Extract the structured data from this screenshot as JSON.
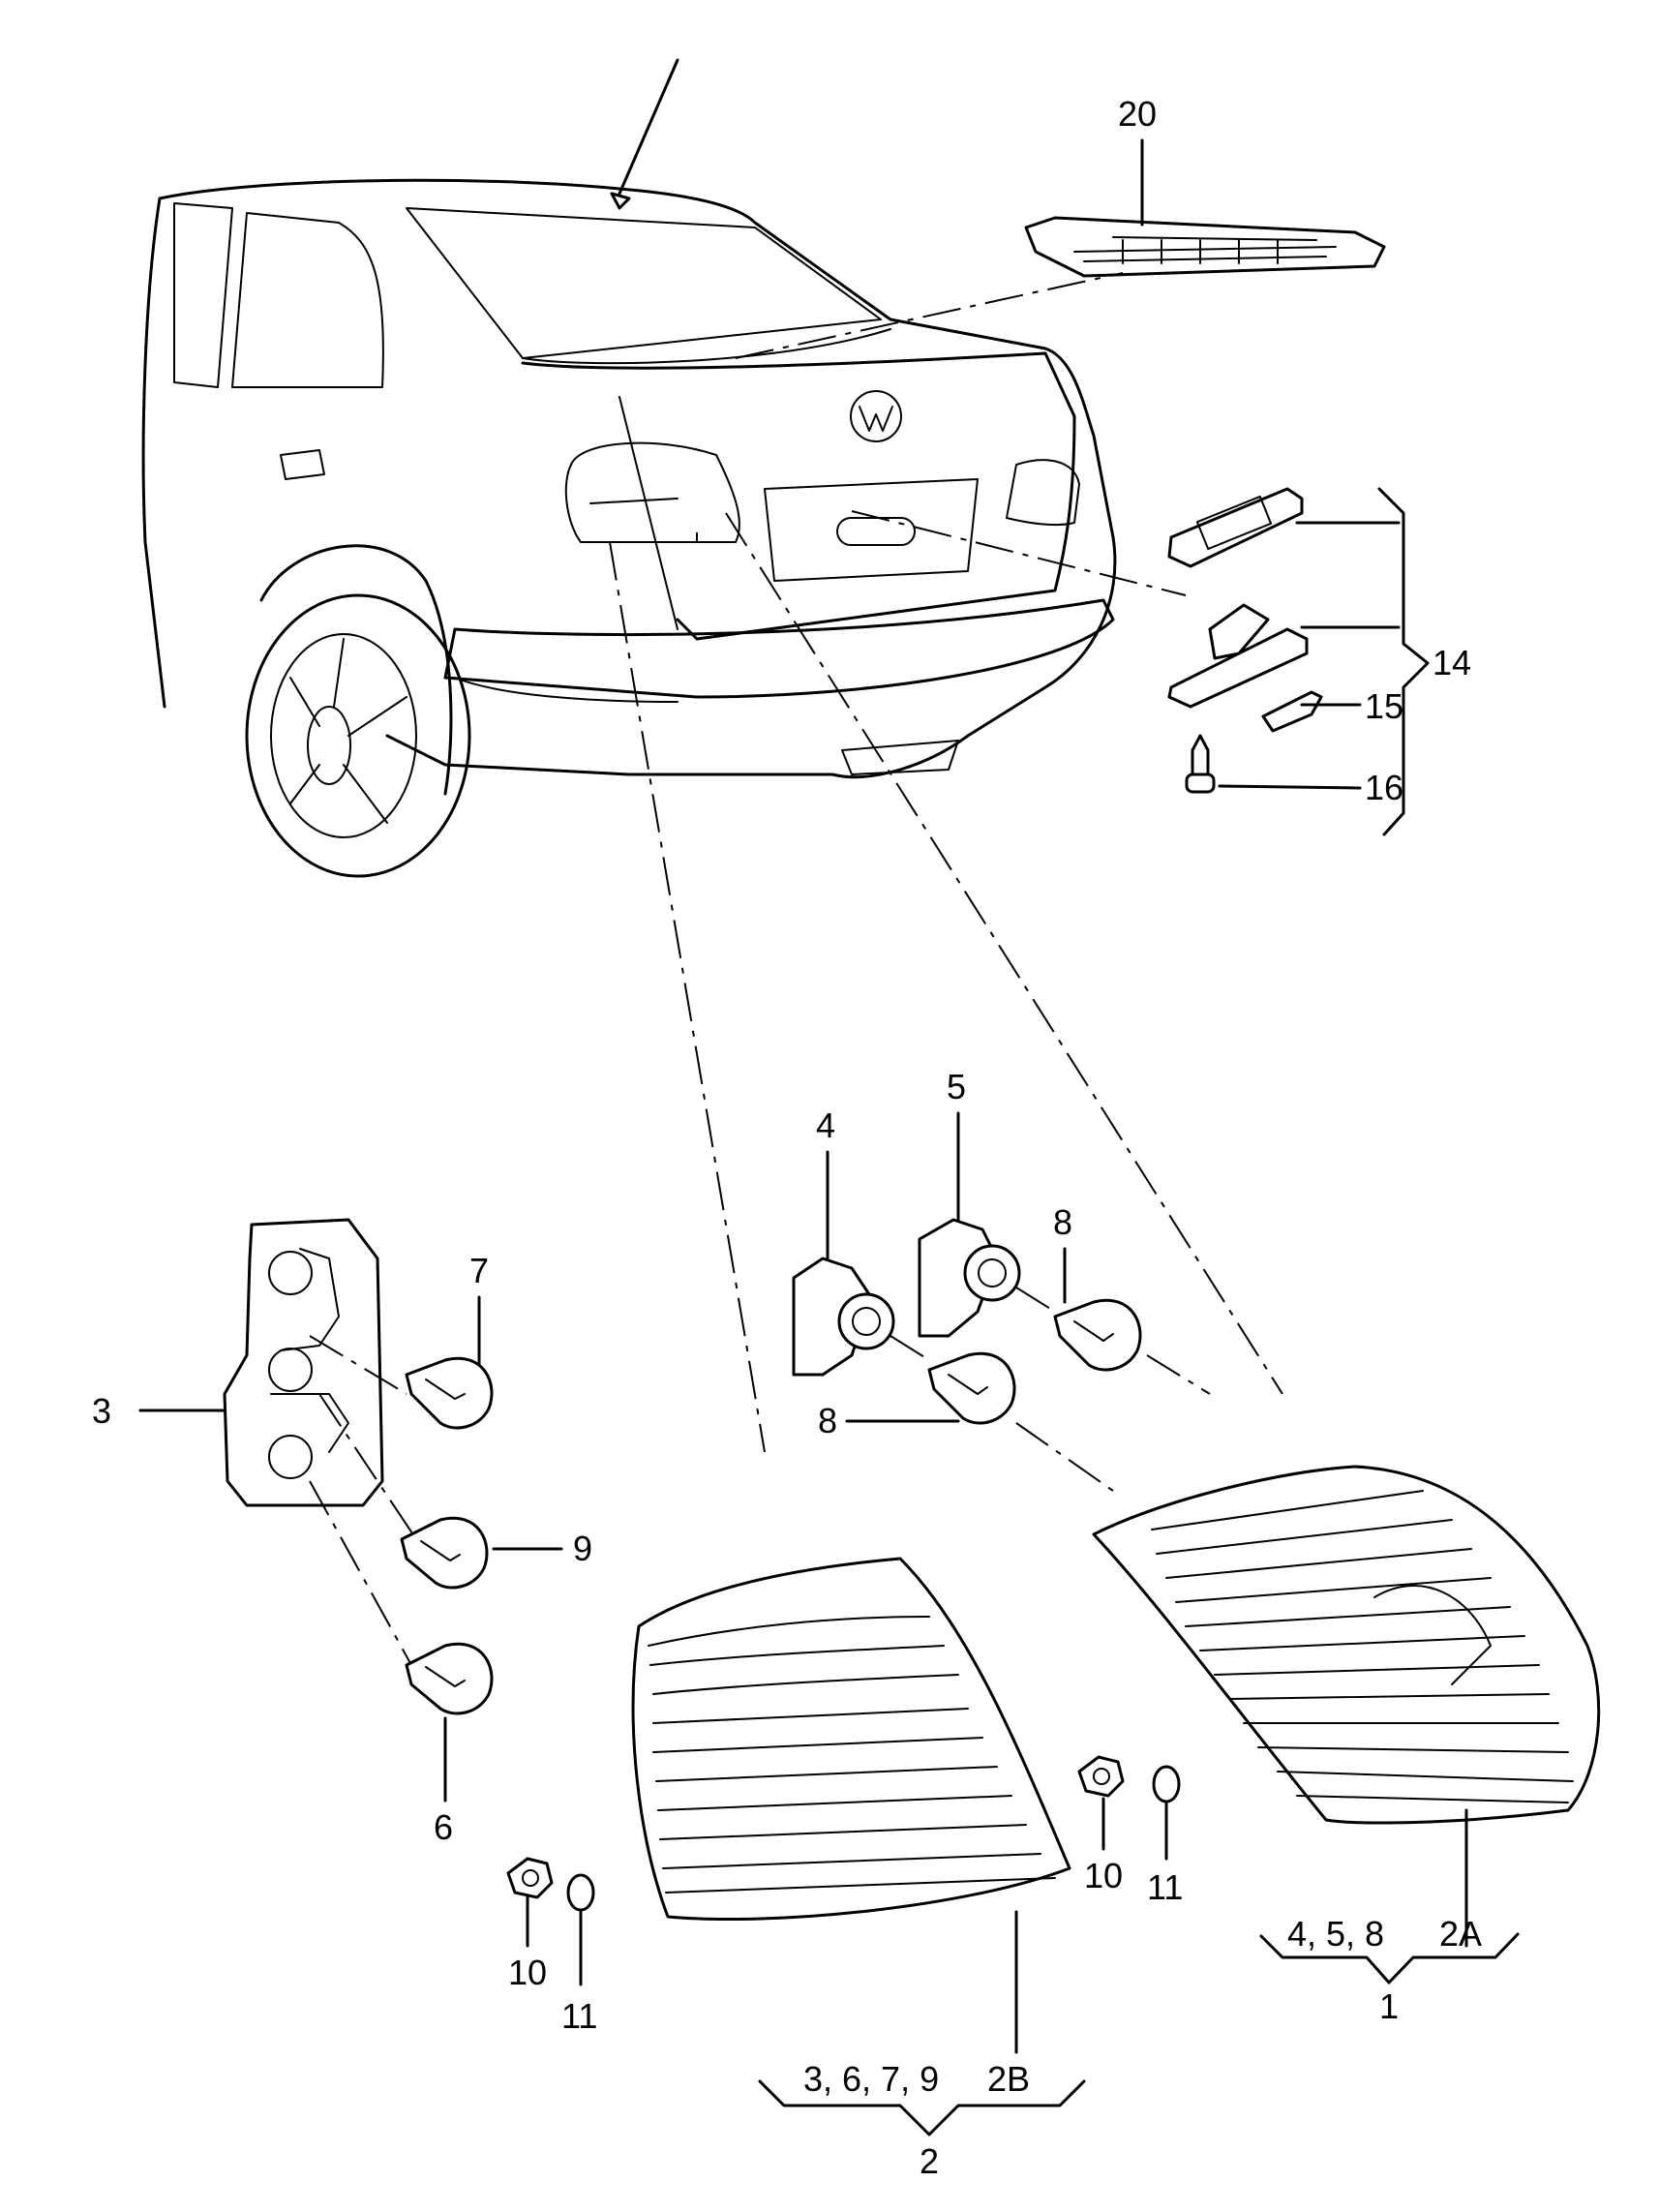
{
  "diagram": {
    "title": "",
    "labels": {
      "p20": "20",
      "p14": "14",
      "p15": "15",
      "p16": "16",
      "p4": "4",
      "p5": "5",
      "p8a": "8",
      "p8b": "8",
      "p7": "7",
      "p3": "3",
      "p9": "9",
      "p6": "6",
      "p10a": "10",
      "p11a": "11",
      "p10b": "10",
      "p11b": "11"
    },
    "groups": {
      "g1_parts": "4, 5, 8",
      "g1_sub": "2A",
      "g1_id": "1",
      "g2_parts": "3, 6, 7, 9",
      "g2_sub": "2B",
      "g2_id": "2"
    }
  }
}
